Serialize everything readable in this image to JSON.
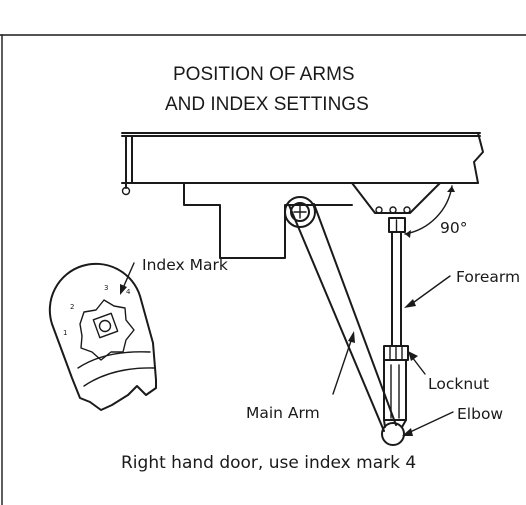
{
  "title": {
    "line1": "POSITION OF ARMS",
    "line2": "AND INDEX SETTINGS"
  },
  "labels": {
    "angle": "90°",
    "index_mark": "Index Mark",
    "forearm": "Forearm",
    "locknut": "Locknut",
    "main_arm": "Main Arm",
    "elbow": "Elbow"
  },
  "index_numbers": [
    "1",
    "2",
    "3",
    "4"
  ],
  "caption": "Right hand door, use index mark 4"
}
